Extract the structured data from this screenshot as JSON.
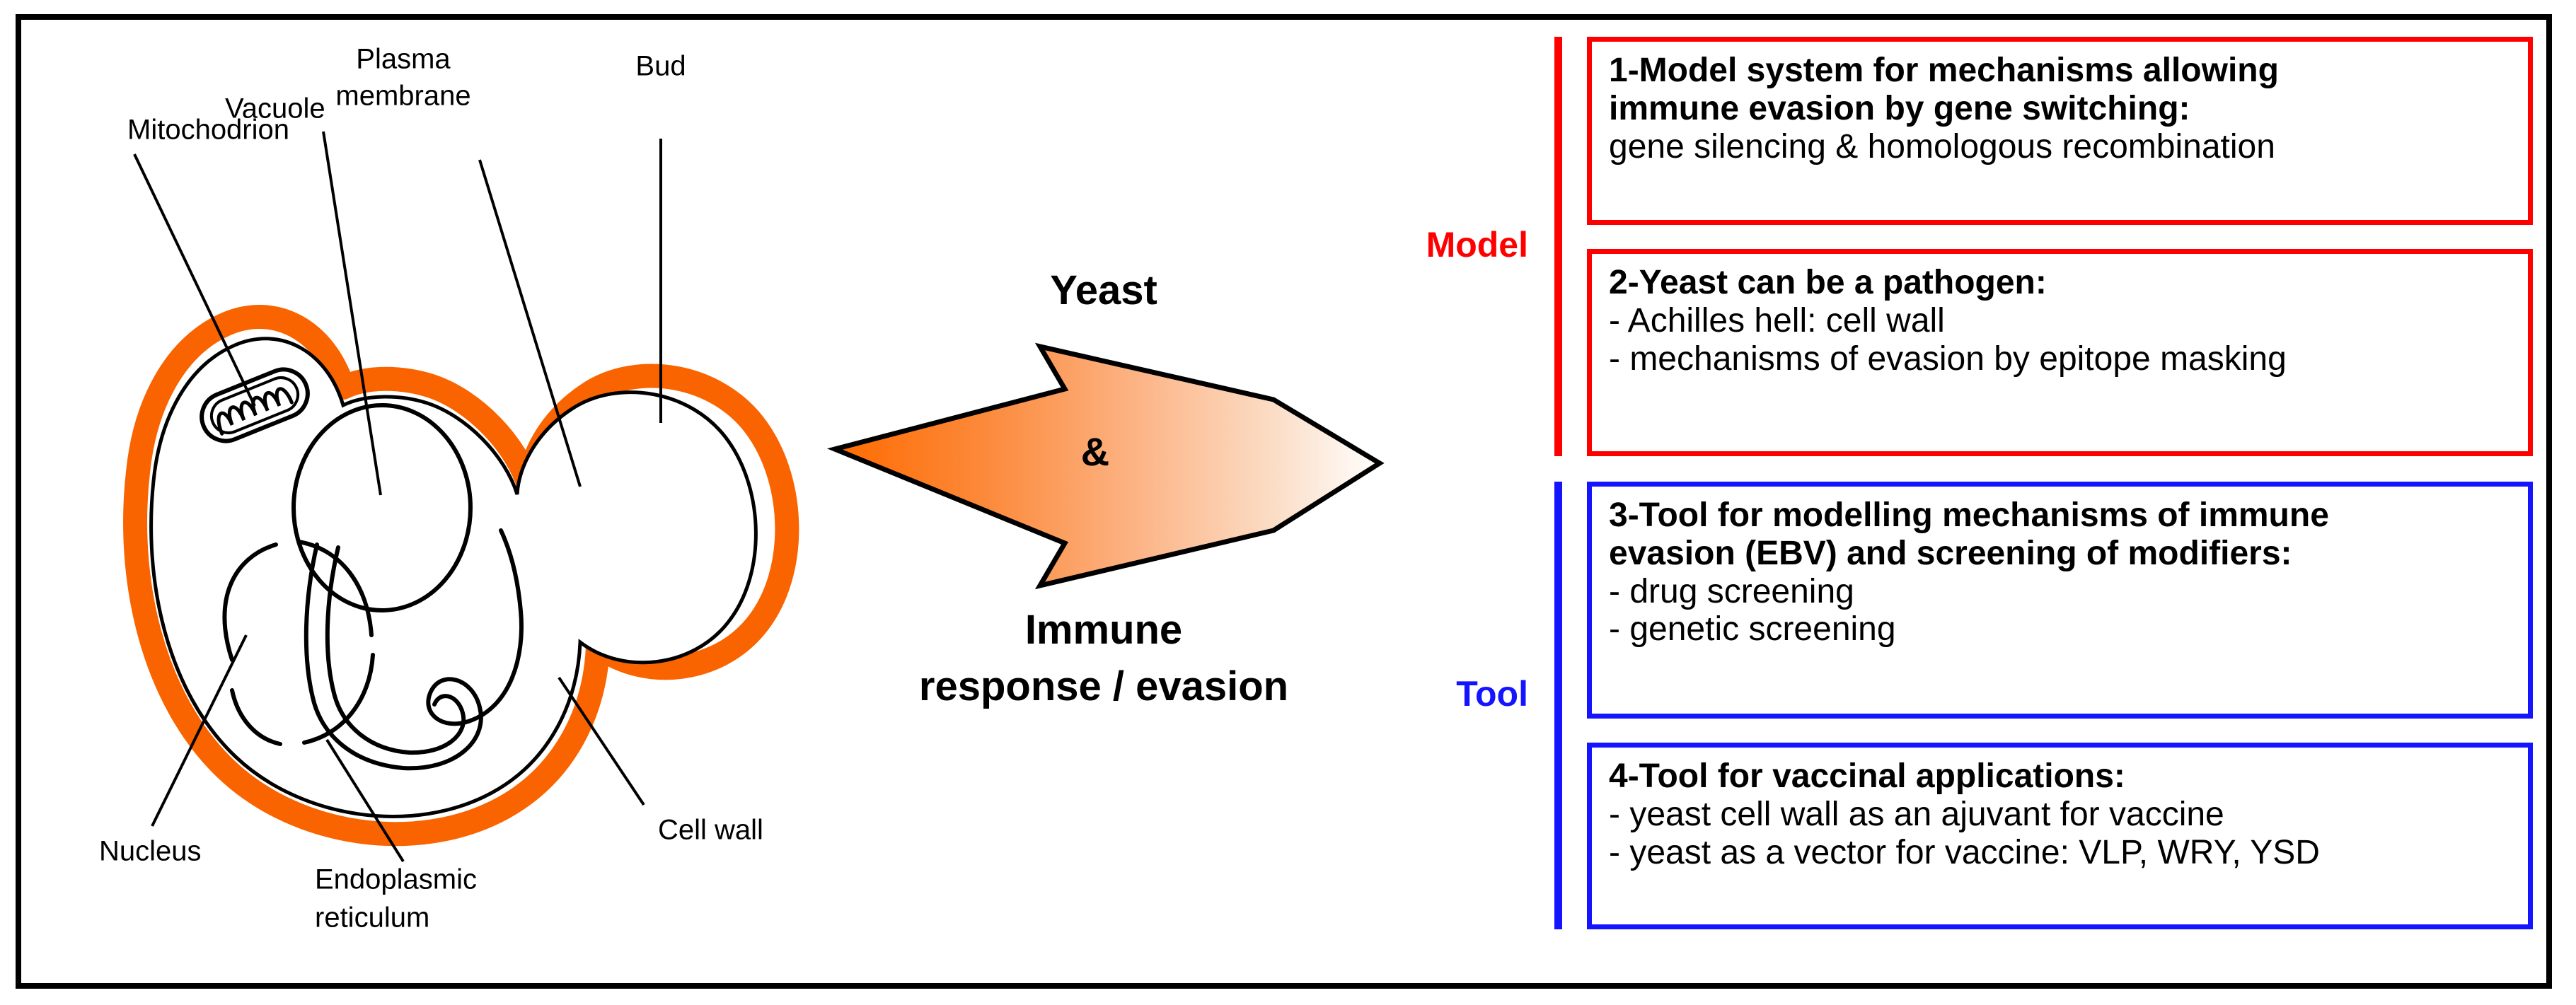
{
  "diagram": {
    "title_implied": "Yeast as model and tool for immune evasion research",
    "colors": {
      "cell_wall_orange": "#FA6400",
      "model_red": "#FF0000",
      "tool_blue": "#1414FF",
      "frame_black": "#000000",
      "arrow_gradient_start": "#FF6A00",
      "arrow_gradient_end": "#FFFFFF"
    }
  },
  "cell": {
    "caption": "Yeast cell schematic with budding daughter cell",
    "labels": {
      "mitochondrion": "Mitochodrion",
      "vacuole": "Vacuole",
      "plasma_membrane_line1": "Plasma",
      "plasma_membrane_line2": "membrane",
      "bud": "Bud",
      "nucleus": "Nucleus",
      "endoplasmic_reticulum_line1": "Endoplasmic",
      "endoplasmic_reticulum_line2": "reticulum",
      "cell_wall": "Cell wall"
    }
  },
  "center": {
    "top_text": "Yeast",
    "ampersand": "&",
    "bottom_line1": "Immune",
    "bottom_line2": "response / evasion"
  },
  "groups": {
    "model_label": "Model",
    "tool_label": "Tool"
  },
  "boxes": [
    {
      "id": 1,
      "group": "Model",
      "accent": "#FF0000",
      "lines": [
        {
          "text": "1-Model system for mechanisms allowing",
          "bold": true
        },
        {
          "text": "immune evasion by gene switching:",
          "bold": true
        },
        {
          "text": "gene silencing & homologous recombination",
          "bold": false
        }
      ]
    },
    {
      "id": 2,
      "group": "Model",
      "accent": "#FF0000",
      "lines": [
        {
          "text": "2-Yeast can be a pathogen:",
          "bold": true
        },
        {
          "text": "- Achilles hell: cell wall",
          "bold": false
        },
        {
          "text": "- mechanisms of evasion by epitope masking",
          "bold": false
        }
      ]
    },
    {
      "id": 3,
      "group": "Tool",
      "accent": "#1414FF",
      "lines": [
        {
          "text": "3-Tool for modelling mechanisms of immune",
          "bold": true
        },
        {
          "text": "evasion (EBV) and screening of modifiers:",
          "bold": true
        },
        {
          "text": "- drug screening",
          "bold": false
        },
        {
          "text": "- genetic screening",
          "bold": false
        }
      ]
    },
    {
      "id": 4,
      "group": "Tool",
      "accent": "#1414FF",
      "lines": [
        {
          "text": "4-Tool for vaccinal applications:",
          "bold": true
        },
        {
          "text": "- yeast cell wall as an ajuvant for vaccine",
          "bold": false
        },
        {
          "text": "- yeast as a vector for vaccine: VLP, WRY, YSD",
          "bold": false
        }
      ]
    }
  ]
}
